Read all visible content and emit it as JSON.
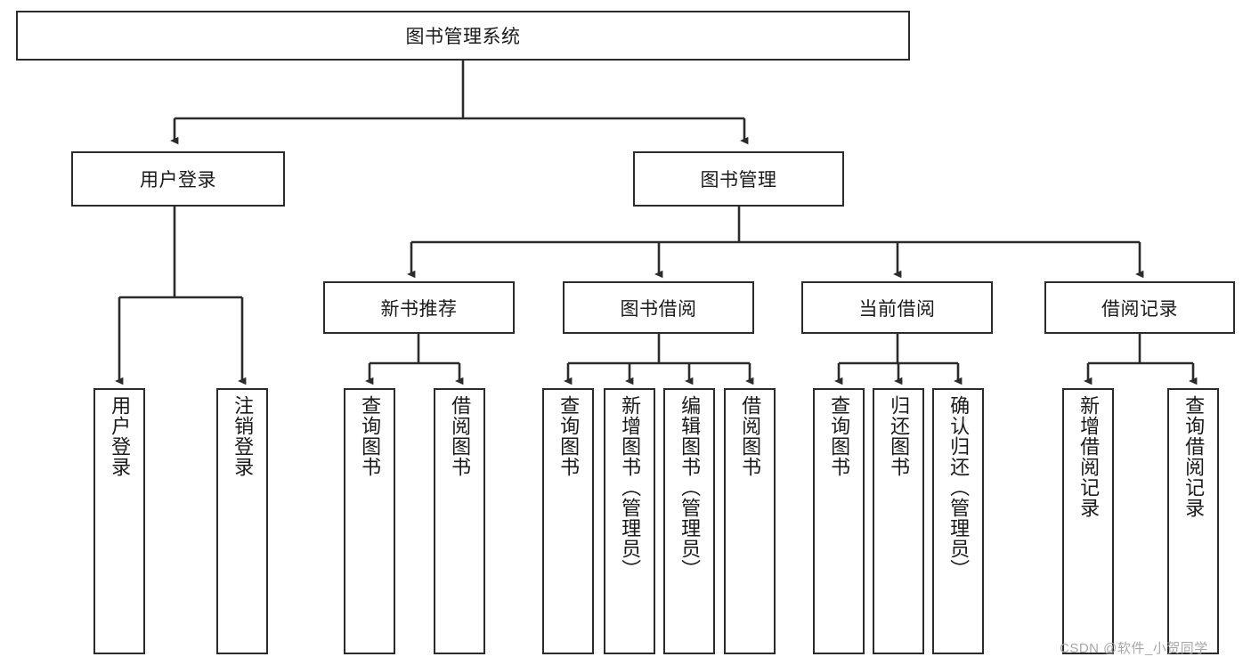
{
  "diagram": {
    "type": "tree-hierarchy",
    "title": "图书管理系统",
    "orientation": "top-down",
    "colors": {
      "stroke": "#2b2b2b",
      "fill": "#ffffff",
      "text": "#1a1a1a",
      "watermark": "#a8a8a8"
    },
    "root": {
      "label": "图书管理系统"
    },
    "level2": [
      {
        "label": "用户登录"
      },
      {
        "label": "图书管理"
      }
    ],
    "level3": [
      {
        "label": "新书推荐"
      },
      {
        "label": "图书借阅"
      },
      {
        "label": "当前借阅"
      },
      {
        "label": "借阅记录"
      }
    ],
    "leaves": {
      "user_login": [
        {
          "label": "用户登录"
        },
        {
          "label": "注销登录"
        }
      ],
      "new_book_recommend": [
        {
          "label": "查询图书"
        },
        {
          "label": "借阅图书"
        }
      ],
      "book_borrow": [
        {
          "label": "查询图书"
        },
        {
          "label": "新增图书（管理员）"
        },
        {
          "label": "编辑图书（管理员）"
        },
        {
          "label": "借阅图书"
        }
      ],
      "current_borrow": [
        {
          "label": "查询图书"
        },
        {
          "label": "归还图书"
        },
        {
          "label": "确认归还（管理员）"
        }
      ],
      "borrow_record": [
        {
          "label": "新增借阅记录"
        },
        {
          "label": "查询借阅记录"
        }
      ]
    }
  },
  "watermark": {
    "text": "CSDN @软件_小贺同学"
  }
}
